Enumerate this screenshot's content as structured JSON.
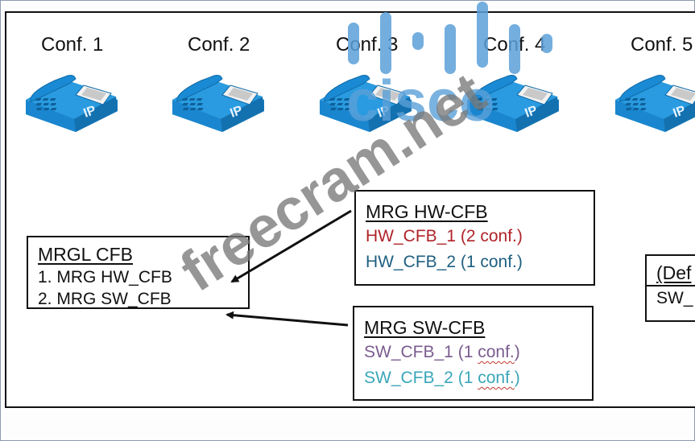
{
  "conferences": [
    {
      "label": "Conf. 1"
    },
    {
      "label": "Conf. 2"
    },
    {
      "label": "Conf. 3"
    },
    {
      "label": "Conf. 4"
    },
    {
      "label": "Conf. 5"
    }
  ],
  "phone_icon": {
    "name": "ip-phone-icon",
    "badge": "IP",
    "color": "#1e8fd6"
  },
  "mrgl_box": {
    "title": "MRGL CFB",
    "items": [
      "1. MRG HW_CFB",
      "2. MRG SW_CFB"
    ]
  },
  "mrg_hw_box": {
    "title": "MRG HW-CFB",
    "items": [
      {
        "text": "HW_CFB_1 (2 conf.)",
        "color": "#b0232a"
      },
      {
        "text": "HW_CFB_2 (1 conf.)",
        "color": "#1f5f80"
      }
    ]
  },
  "mrg_sw_box": {
    "title": "MRG SW-CFB",
    "items": [
      {
        "prefix": "SW_CFB_1 (1 ",
        "word": "conf.",
        "suffix": ")",
        "color": "#7a5c8f"
      },
      {
        "prefix": "SW_CFB_2 (1 ",
        "word": "conf.",
        "suffix": ")",
        "color": "#3aa6b9"
      }
    ]
  },
  "default_box": {
    "title": "(Def",
    "items": [
      "SW_"
    ]
  },
  "watermarks": {
    "text": "freecram.net",
    "logo": "cisco",
    "logo_color": "#5aa0d8"
  }
}
